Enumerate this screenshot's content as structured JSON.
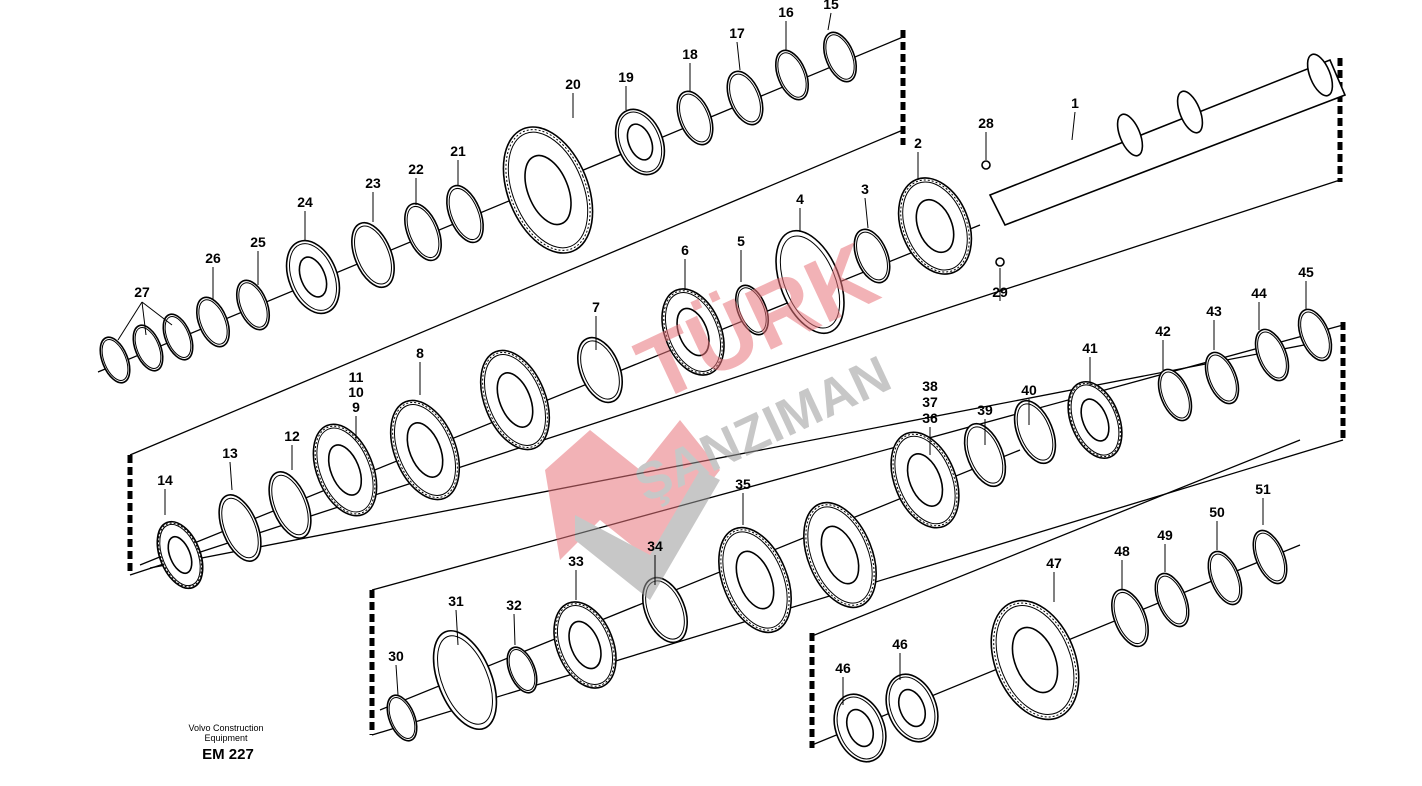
{
  "diagram": {
    "title": "Transmission shaft exploded view",
    "footer": {
      "line1": "Volvo Construction",
      "line2": "Equipment",
      "code": "EM 227"
    },
    "watermark": {
      "line1": "TÜRK",
      "line2": "ŞANZIMAN",
      "colors": {
        "red": "#e8747a",
        "gray": "#9a9a9a"
      }
    },
    "callouts": [
      "1",
      "2",
      "3",
      "4",
      "5",
      "6",
      "7",
      "8",
      "9",
      "10",
      "11",
      "12",
      "13",
      "14",
      "15",
      "16",
      "17",
      "18",
      "19",
      "20",
      "21",
      "22",
      "23",
      "24",
      "25",
      "26",
      "27",
      "28",
      "29",
      "30",
      "31",
      "32",
      "33",
      "34",
      "35",
      "36",
      "37",
      "38",
      "39",
      "40",
      "41",
      "42",
      "43",
      "44",
      "45",
      "46",
      "46",
      "47",
      "48",
      "49",
      "50",
      "51"
    ]
  }
}
